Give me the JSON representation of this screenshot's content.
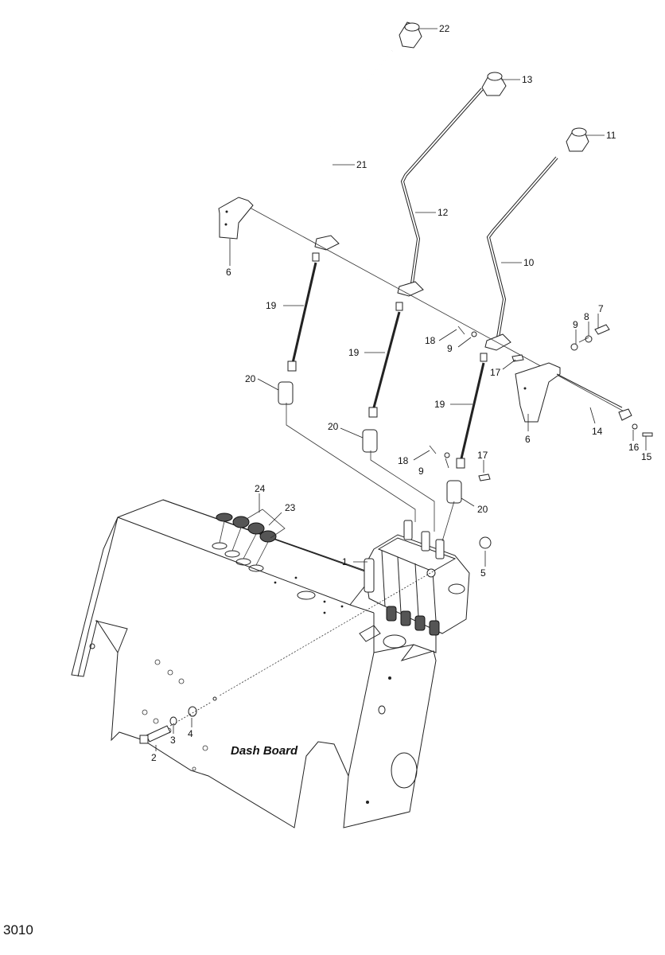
{
  "diagram": {
    "title": "Dash Board",
    "page_number": "3010",
    "callouts": {
      "c1": "1",
      "c2": "2",
      "c3": "3",
      "c4": "4",
      "c5": "5",
      "c6a": "6",
      "c6b": "6",
      "c7": "7",
      "c8": "8",
      "c9a": "9",
      "c9b": "9",
      "c9c": "9",
      "c10": "10",
      "c11": "11",
      "c12": "12",
      "c13": "13",
      "c14": "14",
      "c15": "15",
      "c16": "16",
      "c17a": "17",
      "c17b": "17",
      "c18a": "18",
      "c18b": "18",
      "c19a": "19",
      "c19b": "19",
      "c19c": "19",
      "c20a": "20",
      "c20b": "20",
      "c20c": "20",
      "c21": "21",
      "c22": "22",
      "c23": "23",
      "c24": "24"
    }
  }
}
